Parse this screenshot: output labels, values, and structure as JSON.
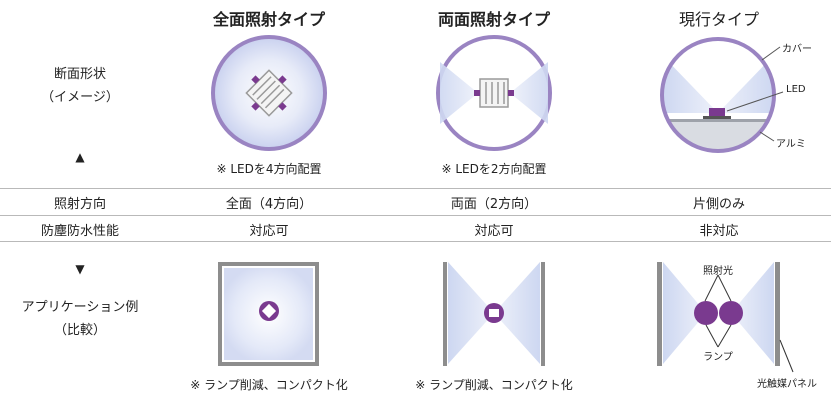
{
  "columns": [
    {
      "title": "全面照射タイプ",
      "note_top": "※ LEDを4方向配置",
      "direction": "全面（4方向）",
      "waterproof": "対応可",
      "note_bottom": "※ ランプ削減、コンパクト化"
    },
    {
      "title": "両面照射タイプ",
      "note_top": "※ LEDを2方向配置",
      "direction": "両面（2方向）",
      "waterproof": "対応可",
      "note_bottom": "※ ランプ削減、コンパクト化"
    },
    {
      "title": "現行タイプ",
      "note_top": "",
      "direction": "片側のみ",
      "waterproof": "非対応",
      "note_bottom": ""
    }
  ],
  "rows": {
    "cross_section_line1": "断面形状",
    "cross_section_line2": "（イメージ）",
    "up_triangle": "▲",
    "direction_label": "照射方向",
    "waterproof_label": "防塵防水性能",
    "down_triangle": "▼",
    "application_line1": "アプリケーション例",
    "application_line2": "（比較）"
  },
  "labels": {
    "cover": "カバー",
    "led": "LED",
    "alumi": "アルミ",
    "irradiated_light": "照射光",
    "lamp": "ランプ",
    "photocatalyst_panel": "光触媒パネル"
  },
  "colors": {
    "accent": "#7a3a8f",
    "ring": "#9a84c2",
    "glow": "#dde3f6",
    "panel": "#8d8d8d"
  }
}
